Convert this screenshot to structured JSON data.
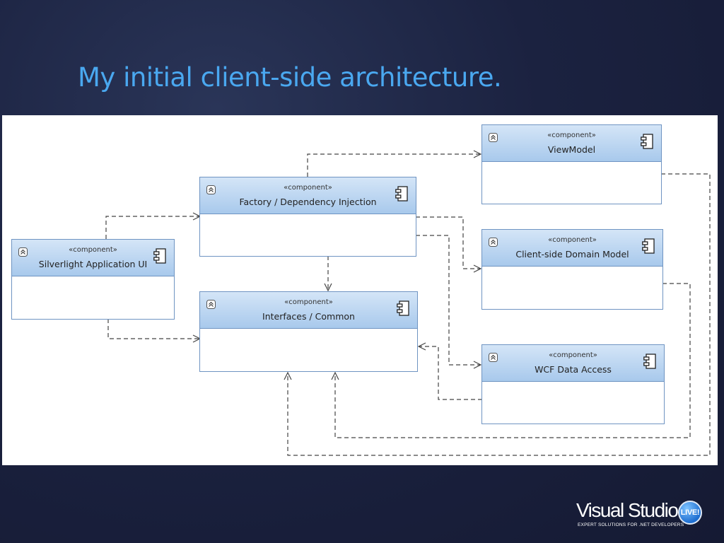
{
  "slide": {
    "title": "My initial client-side architecture."
  },
  "diagram": {
    "components": [
      {
        "id": "silverlight",
        "stereotype": "«component»",
        "name": "Silverlight Application UI"
      },
      {
        "id": "factory",
        "stereotype": "«component»",
        "name": "Factory / Dependency Injection"
      },
      {
        "id": "interfaces",
        "stereotype": "«component»",
        "name": "Interfaces / Common"
      },
      {
        "id": "viewmodel",
        "stereotype": "«component»",
        "name": "ViewModel"
      },
      {
        "id": "domain",
        "stereotype": "«component»",
        "name": "Client-side Domain Model"
      },
      {
        "id": "wcf",
        "stereotype": "«component»",
        "name": "WCF Data Access"
      }
    ],
    "dependencies": [
      {
        "from": "silverlight",
        "to": "factory"
      },
      {
        "from": "silverlight",
        "to": "interfaces"
      },
      {
        "from": "factory",
        "to": "viewmodel"
      },
      {
        "from": "factory",
        "to": "domain"
      },
      {
        "from": "factory",
        "to": "wcf"
      },
      {
        "from": "factory",
        "to": "interfaces"
      },
      {
        "from": "wcf",
        "to": "interfaces"
      },
      {
        "from": "domain",
        "to": "interfaces"
      },
      {
        "from": "viewmodel",
        "to": "interfaces"
      }
    ],
    "colors": {
      "header_top": "#d4e5f7",
      "header_bottom": "#a8c9ec",
      "border": "#6f94c2",
      "connector": "#444444"
    },
    "icons": {
      "collapse": "collapse-chevron-up-icon",
      "component": "uml-component-icon"
    }
  },
  "branding": {
    "logo_main": "Visual Studio",
    "logo_badge": "LIVE!",
    "logo_tagline": "EXPERT SOLUTIONS FOR .NET DEVELOPERS"
  }
}
